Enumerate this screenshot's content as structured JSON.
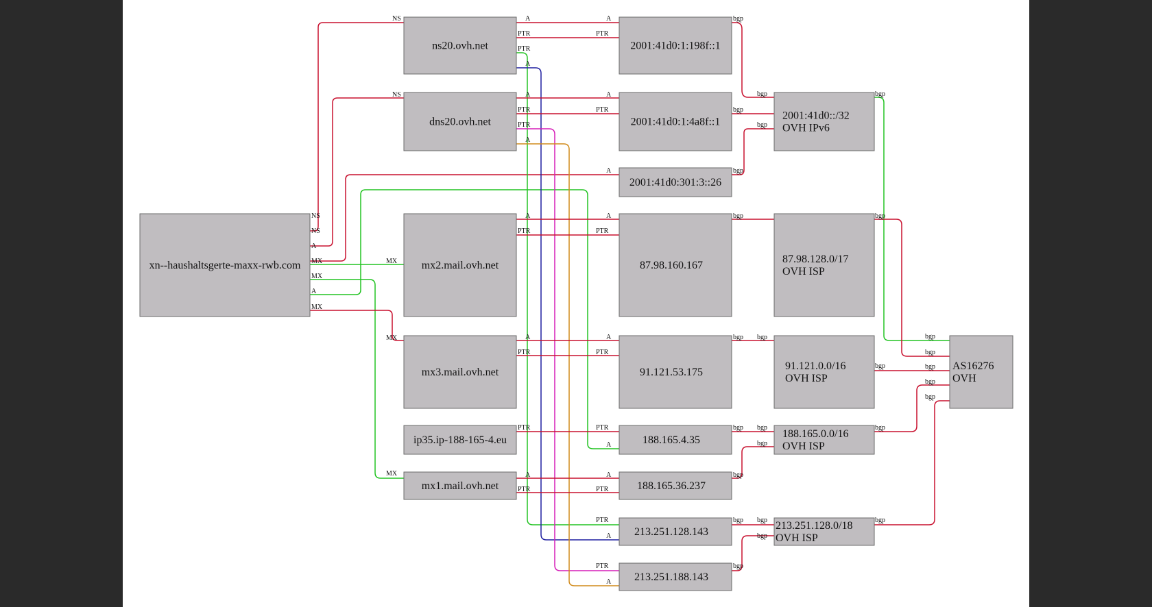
{
  "colors": {
    "red": "#c8102e",
    "green": "#22c322",
    "blue": "#1f1fa0",
    "magenta": "#d61fb8",
    "orange": "#d18a1a"
  },
  "nodes": [
    {
      "id": "domain",
      "lines": [
        "xn--haushaltsgerte-maxx-rwb.com"
      ]
    },
    {
      "id": "ns20",
      "lines": [
        "ns20.ovh.net"
      ]
    },
    {
      "id": "dns20",
      "lines": [
        "dns20.ovh.net"
      ]
    },
    {
      "id": "mx2",
      "lines": [
        "mx2.mail.ovh.net"
      ]
    },
    {
      "id": "mx3",
      "lines": [
        "mx3.mail.ovh.net"
      ]
    },
    {
      "id": "ip35",
      "lines": [
        "ip35.ip-188-165-4.eu"
      ]
    },
    {
      "id": "mx1",
      "lines": [
        "mx1.mail.ovh.net"
      ]
    },
    {
      "id": "ip6_198f",
      "lines": [
        "2001:41d0:1:198f::1"
      ]
    },
    {
      "id": "ip6_4a8f",
      "lines": [
        "2001:41d0:1:4a8f::1"
      ]
    },
    {
      "id": "ip6_301",
      "lines": [
        "2001:41d0:301:3::26"
      ]
    },
    {
      "id": "ip_87",
      "lines": [
        "87.98.160.167"
      ]
    },
    {
      "id": "ip_91",
      "lines": [
        "91.121.53.175"
      ]
    },
    {
      "id": "ip_188_4",
      "lines": [
        "188.165.4.35"
      ]
    },
    {
      "id": "ip_188_36",
      "lines": [
        "188.165.36.237"
      ]
    },
    {
      "id": "ip_213_128",
      "lines": [
        "213.251.128.143"
      ]
    },
    {
      "id": "ip_213_188",
      "lines": [
        "213.251.188.143"
      ]
    },
    {
      "id": "net6",
      "lines": [
        "2001:41d0::/32",
        "OVH IPv6"
      ]
    },
    {
      "id": "net87",
      "lines": [
        "87.98.128.0/17",
        "OVH ISP"
      ]
    },
    {
      "id": "net91",
      "lines": [
        "91.121.0.0/16",
        "OVH ISP"
      ]
    },
    {
      "id": "net188",
      "lines": [
        "188.165.0.0/16",
        "OVH ISP"
      ]
    },
    {
      "id": "net213",
      "lines": [
        "213.251.128.0/18",
        "OVH ISP"
      ]
    },
    {
      "id": "as16276",
      "lines": [
        "AS16276",
        "OVH"
      ]
    }
  ],
  "edge_labels": [
    "NS",
    "A",
    "MX",
    "PTR",
    "bgp"
  ]
}
